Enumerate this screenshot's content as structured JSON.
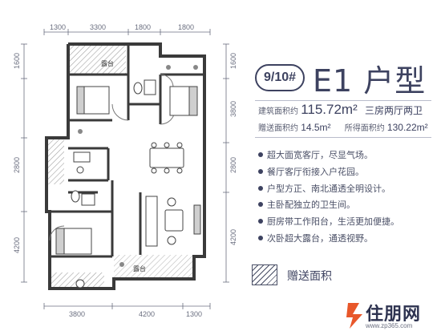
{
  "dimensions": {
    "top": [
      "1300",
      "3300",
      "1800",
      "1800"
    ],
    "bottom": [
      "3800",
      "4200",
      "1300"
    ],
    "left": [
      "1600",
      "2800",
      "4200"
    ],
    "right": [
      "1600",
      "3800",
      "2800",
      "4200"
    ]
  },
  "plan": {
    "room_labels": [
      "露台",
      "露台"
    ]
  },
  "badge": "9/10#",
  "title": "E1 户型",
  "area": {
    "build_label": "建筑面积约",
    "build_value": "115.72m²",
    "layout": "三房两厅两卫",
    "gift_label": "赠送面积约",
    "gift_value": "14.5m²",
    "obtain_label": "所得面积约",
    "obtain_value": "130.22m²"
  },
  "features": [
    "超大面宽客厅，尽显气场。",
    "餐厅客厅衔接入户花园。",
    "户型方正、南北通透全明设计。",
    "主卧配独立的卫生间。",
    "厨房带工作阳台，生活更加便捷。",
    "次卧超大露台，通透视野。"
  ],
  "legend": {
    "label": "赠送面积"
  },
  "logo": {
    "text": "住朋网",
    "url": "www.zp365.com"
  },
  "colors": {
    "navy": "#3d4260",
    "wall": "#3a3a3a",
    "hatch": "#555555"
  }
}
